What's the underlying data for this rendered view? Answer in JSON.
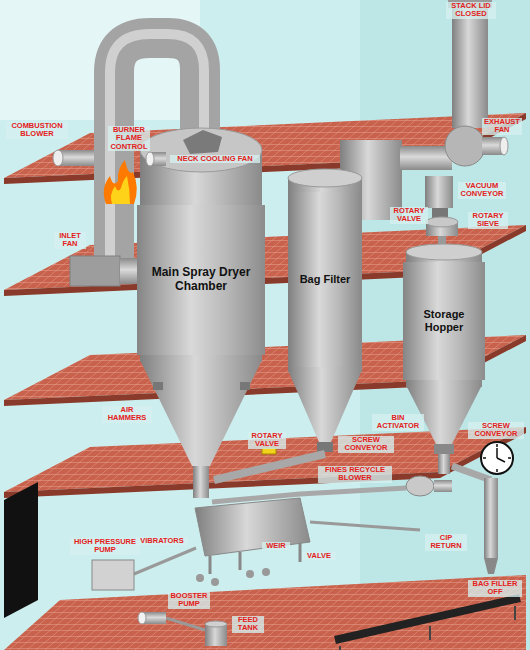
{
  "diagram": {
    "nodes": [
      {
        "text": [
          "Main Spray Dryer Chamber"
        ]
      },
      {
        "text": [
          "Bag Filter"
        ]
      },
      {
        "text": [
          "Storage Hopper"
        ]
      }
    ],
    "labels": [
      "STACK LID CLOSED",
      "COMBUSTION BLOWER",
      "BURNER FLAME CONTROL",
      "NECK COOLING FAN",
      "EXHAUST FAN",
      "VACUUM CONVEYOR",
      "ROTARY VALVE",
      "ROTARY SIEVE",
      "INLET FAN",
      "AIR HAMMERS",
      "BIN ACTIVATOR",
      "SCREW CONVEYOR",
      "ROTARY VALVE",
      "SCREW CONVEYOR",
      "FINES RECYCLE BLOWER",
      "VIBRATORS",
      "WEIR",
      "CIP RETURN",
      "HIGH PRESSURE PUMP",
      "VALVE",
      "BOOSTER PUMP",
      "BAG FILLER OFF",
      "FEED TANK"
    ]
  }
}
